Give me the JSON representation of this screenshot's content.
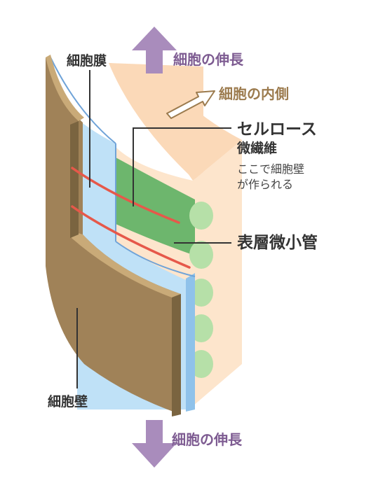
{
  "labels": {
    "cell_membrane": "細胞膜",
    "cell_wall": "細胞壁",
    "elongation_top": "細胞の伸長",
    "elongation_bottom": "細胞の伸長",
    "cell_inside": "細胞の内側",
    "cellulose_line1": "セルロース",
    "cellulose_line2": "微繊維",
    "cellulose_note_line1": "ここで細胞壁",
    "cellulose_note_line2": "が作られる",
    "cortical_microtubule": "表層微小管"
  },
  "colors": {
    "wall_brown": "#a08258",
    "wall_top_tan": "#c9aa78",
    "wall_dark": "#7a6440",
    "membrane_blue": "#bfe1f7",
    "membrane_edge": "#6fa3d8",
    "cytoplasm_peach": "#fde5cc",
    "cytoplasm_top": "#fbd9b8",
    "microtubule_green": "#6db66d",
    "microtubule_end": "#b6e0a8",
    "cellulose_red": "#e6584a",
    "arrow_purple": "#a98cbc",
    "label_purple": "#7d5b91",
    "label_brown": "#9c7b4e",
    "text_dark": "#333333"
  }
}
